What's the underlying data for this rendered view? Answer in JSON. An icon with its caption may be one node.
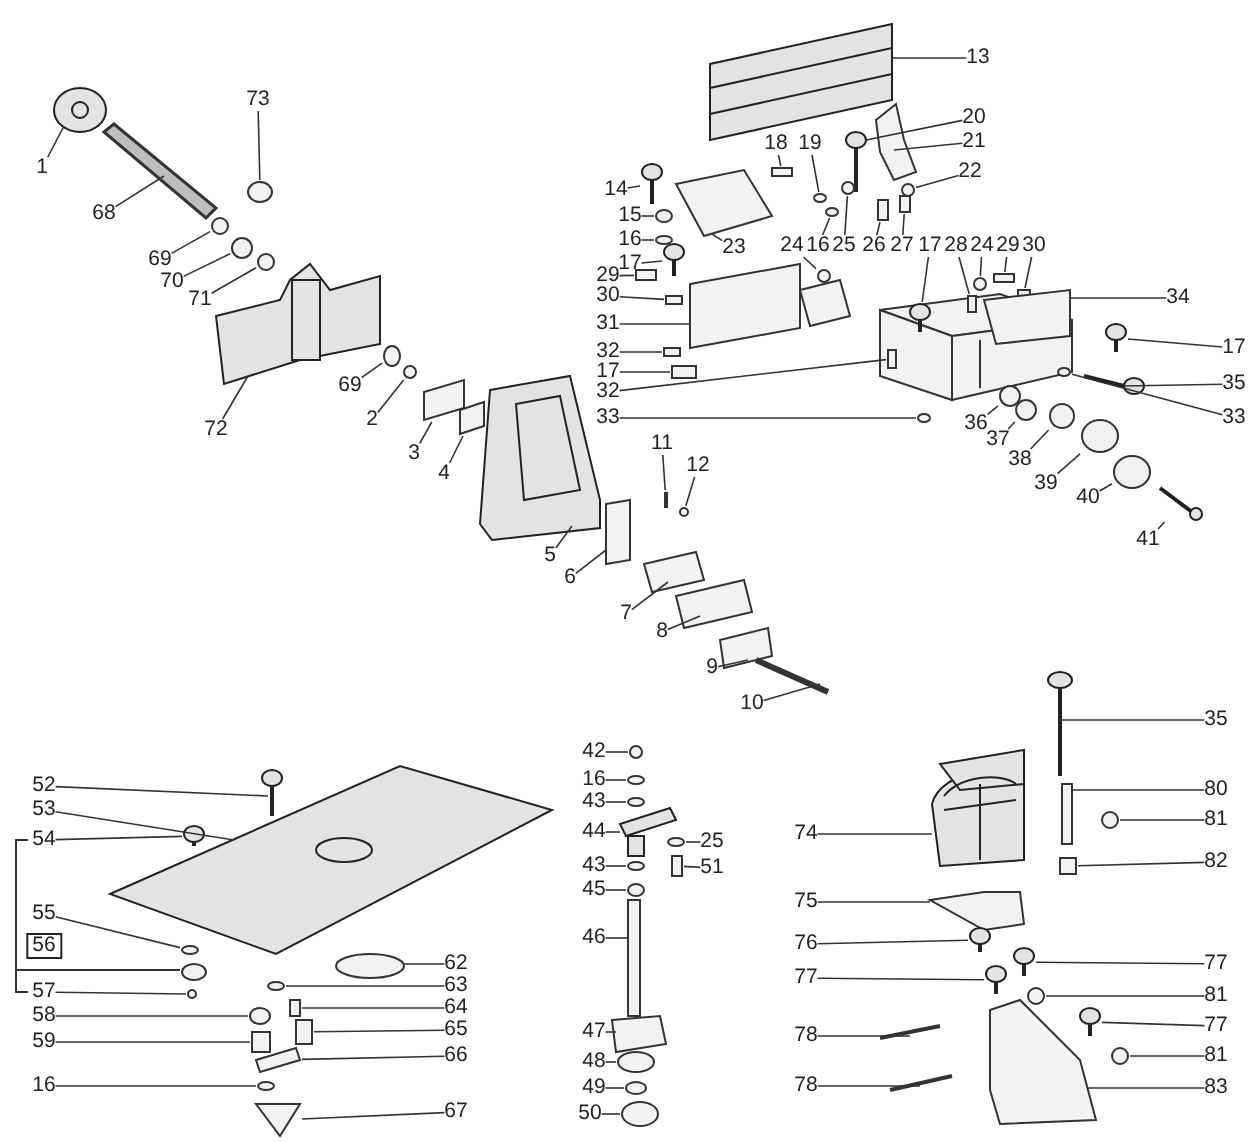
{
  "diagram": {
    "nodes": [
      {
        "text": [
          "1"
        ]
      },
      {
        "text": [
          "68"
        ]
      },
      {
        "text": [
          "73"
        ]
      },
      {
        "text": [
          "69"
        ]
      },
      {
        "text": [
          "70"
        ]
      },
      {
        "text": [
          "71"
        ]
      },
      {
        "text": [
          "72"
        ]
      },
      {
        "text": [
          "69"
        ]
      },
      {
        "text": [
          "2"
        ]
      },
      {
        "text": [
          "3"
        ]
      },
      {
        "text": [
          "4"
        ]
      },
      {
        "text": [
          "5"
        ]
      },
      {
        "text": [
          "6"
        ]
      },
      {
        "text": [
          "7"
        ]
      },
      {
        "text": [
          "8"
        ]
      },
      {
        "text": [
          "9"
        ]
      },
      {
        "text": [
          "10"
        ]
      },
      {
        "text": [
          "11"
        ]
      },
      {
        "text": [
          "12"
        ]
      },
      {
        "text": [
          "13"
        ]
      },
      {
        "text": [
          "14"
        ]
      },
      {
        "text": [
          "15"
        ]
      },
      {
        "text": [
          "16"
        ]
      },
      {
        "text": [
          "17"
        ]
      },
      {
        "text": [
          "18"
        ]
      },
      {
        "text": [
          "19"
        ]
      },
      {
        "text": [
          "20"
        ]
      },
      {
        "text": [
          "21"
        ]
      },
      {
        "text": [
          "22"
        ]
      },
      {
        "text": [
          "23"
        ]
      },
      {
        "text": [
          "24"
        ]
      },
      {
        "text": [
          "16"
        ]
      },
      {
        "text": [
          "25"
        ]
      },
      {
        "text": [
          "26"
        ]
      },
      {
        "text": [
          "27"
        ]
      },
      {
        "text": [
          "17"
        ]
      },
      {
        "text": [
          "28"
        ]
      },
      {
        "text": [
          "24"
        ]
      },
      {
        "text": [
          "29"
        ]
      },
      {
        "text": [
          "30"
        ]
      },
      {
        "text": [
          "34"
        ]
      },
      {
        "text": [
          "29"
        ]
      },
      {
        "text": [
          "30"
        ]
      },
      {
        "text": [
          "31"
        ]
      },
      {
        "text": [
          "32"
        ]
      },
      {
        "text": [
          "17"
        ]
      },
      {
        "text": [
          "32"
        ]
      },
      {
        "text": [
          "33"
        ]
      },
      {
        "text": [
          "17"
        ]
      },
      {
        "text": [
          "35"
        ]
      },
      {
        "text": [
          "33"
        ]
      },
      {
        "text": [
          "36"
        ]
      },
      {
        "text": [
          "37"
        ]
      },
      {
        "text": [
          "38"
        ]
      },
      {
        "text": [
          "39"
        ]
      },
      {
        "text": [
          "40"
        ]
      },
      {
        "text": [
          "41"
        ]
      },
      {
        "text": [
          "52"
        ]
      },
      {
        "text": [
          "53"
        ]
      },
      {
        "text": [
          "54"
        ]
      },
      {
        "text": [
          "55"
        ]
      },
      {
        "text": [
          "57"
        ]
      },
      {
        "text": [
          "58"
        ]
      },
      {
        "text": [
          "59"
        ]
      },
      {
        "text": [
          "16"
        ]
      },
      {
        "text": [
          "62"
        ]
      },
      {
        "text": [
          "63"
        ]
      },
      {
        "text": [
          "64"
        ]
      },
      {
        "text": [
          "65"
        ]
      },
      {
        "text": [
          "66"
        ]
      },
      {
        "text": [
          "67"
        ]
      },
      {
        "text": [
          "42"
        ]
      },
      {
        "text": [
          "16"
        ]
      },
      {
        "text": [
          "43"
        ]
      },
      {
        "text": [
          "44"
        ]
      },
      {
        "text": [
          "43"
        ]
      },
      {
        "text": [
          "45"
        ]
      },
      {
        "text": [
          "46"
        ]
      },
      {
        "text": [
          "47"
        ]
      },
      {
        "text": [
          "48"
        ]
      },
      {
        "text": [
          "49"
        ]
      },
      {
        "text": [
          "50"
        ]
      },
      {
        "text": [
          "25"
        ]
      },
      {
        "text": [
          "51"
        ]
      },
      {
        "text": [
          "74"
        ]
      },
      {
        "text": [
          "75"
        ]
      },
      {
        "text": [
          "76"
        ]
      },
      {
        "text": [
          "77"
        ]
      },
      {
        "text": [
          "78"
        ]
      },
      {
        "text": [
          "78"
        ]
      },
      {
        "text": [
          "35"
        ]
      },
      {
        "text": [
          "80"
        ]
      },
      {
        "text": [
          "81"
        ]
      },
      {
        "text": [
          "82"
        ]
      },
      {
        "text": [
          "77"
        ]
      },
      {
        "text": [
          "81"
        ]
      },
      {
        "text": [
          "77"
        ]
      },
      {
        "text": [
          "81"
        ]
      },
      {
        "text": [
          "83"
        ]
      },
      {
        "text": [],
        "shape": "picture"
      },
      {
        "text": [],
        "shape": "bar"
      },
      {
        "text": [],
        "shape": "circle"
      },
      {
        "text": [],
        "shape": "circle"
      },
      {
        "text": [],
        "shape": "circle"
      },
      {
        "text": [],
        "shape": "circle"
      },
      {
        "text": [],
        "shape": "picture"
      },
      {
        "text": [],
        "shape": "circle"
      },
      {
        "text": [],
        "shape": "circle"
      },
      {
        "text": [],
        "shape": "box"
      },
      {
        "text": [],
        "shape": "box"
      },
      {
        "text": [],
        "shape": "picture"
      },
      {
        "text": [],
        "shape": "box"
      },
      {
        "text": [],
        "shape": "box"
      },
      {
        "text": [],
        "shape": "box"
      },
      {
        "text": [],
        "shape": "box"
      },
      {
        "text": [],
        "shape": "bar"
      },
      {
        "text": [],
        "shape": "bar"
      },
      {
        "text": [],
        "shape": "circle"
      },
      {
        "text": [],
        "shape": "picture"
      },
      {
        "text": [],
        "shape": "picture"
      },
      {
        "text": [],
        "shape": "circle"
      },
      {
        "text": [],
        "shape": "circle"
      },
      {
        "text": [],
        "shape": "picture"
      },
      {
        "text": [],
        "shape": "box"
      },
      {
        "text": [],
        "shape": "circle"
      },
      {
        "text": [],
        "shape": "picture"
      },
      {
        "text": [],
        "shape": "box"
      },
      {
        "text": [],
        "shape": "circle"
      },
      {
        "text": [],
        "shape": "box"
      },
      {
        "text": [],
        "shape": "circle"
      },
      {
        "text": [],
        "shape": "circle"
      },
      {
        "text": [],
        "shape": "circle"
      },
      {
        "text": [],
        "shape": "box"
      },
      {
        "text": [],
        "shape": "box"
      },
      {
        "text": [],
        "shape": "picture"
      },
      {
        "text": [],
        "shape": "box"
      },
      {
        "text": [],
        "shape": "circle"
      },
      {
        "text": [],
        "shape": "box"
      },
      {
        "text": [],
        "shape": "box"
      },
      {
        "text": [],
        "shape": "box"
      },
      {
        "text": [],
        "shape": "box"
      },
      {
        "text": [],
        "shape": "box"
      },
      {
        "text": [],
        "shape": "box"
      },
      {
        "text": [],
        "shape": "box"
      },
      {
        "text": [],
        "shape": "box"
      },
      {
        "text": [],
        "shape": "box"
      },
      {
        "text": [],
        "shape": "circle"
      },
      {
        "text": [],
        "shape": "picture"
      },
      {
        "text": [],
        "shape": "picture"
      },
      {
        "text": [],
        "shape": "circle"
      },
      {
        "text": [],
        "shape": "circle"
      },
      {
        "text": [],
        "shape": "circle"
      },
      {
        "text": [],
        "shape": "circle"
      },
      {
        "text": [],
        "shape": "circle"
      },
      {
        "text": [],
        "shape": "circle"
      },
      {
        "text": [],
        "shape": "picture"
      },
      {
        "text": [],
        "shape": "picture"
      },
      {
        "text": [],
        "shape": "picture"
      },
      {
        "text": [],
        "shape": "picture"
      },
      {
        "text": [],
        "shape": "circle"
      },
      {
        "text": [],
        "shape": "circle"
      },
      {
        "text": [],
        "shape": "circle"
      },
      {
        "text": [],
        "shape": "box"
      },
      {
        "text": [],
        "shape": "circle"
      },
      {
        "text": [],
        "shape": "circle"
      },
      {
        "text": [],
        "shape": "circle"
      },
      {
        "text": [],
        "shape": "box"
      },
      {
        "text": [],
        "shape": "box"
      },
      {
        "text": [],
        "shape": "box"
      },
      {
        "text": [],
        "shape": "box"
      },
      {
        "text": [],
        "shape": "circle"
      },
      {
        "text": [],
        "shape": "circle"
      },
      {
        "text": [],
        "shape": "circle"
      },
      {
        "text": [],
        "shape": "picture"
      },
      {
        "text": [],
        "shape": "circle"
      },
      {
        "text": [],
        "shape": "circle"
      },
      {
        "text": [],
        "shape": "box"
      },
      {
        "text": [],
        "shape": "box"
      },
      {
        "text": [],
        "shape": "circle"
      },
      {
        "text": [],
        "shape": "circle"
      },
      {
        "text": [],
        "shape": "circle"
      },
      {
        "text": [],
        "shape": "circle"
      },
      {
        "text": [],
        "shape": "box"
      },
      {
        "text": [],
        "shape": "picture"
      },
      {
        "text": [],
        "shape": "box"
      },
      {
        "text": [],
        "shape": "picture"
      },
      {
        "text": [],
        "shape": "picture"
      },
      {
        "text": [],
        "shape": "bar"
      },
      {
        "text": [],
        "shape": "bar"
      },
      {
        "text": [],
        "shape": "picture"
      },
      {
        "text": [],
        "shape": "box"
      },
      {
        "text": [],
        "shape": "circle"
      },
      {
        "text": [],
        "shape": "box"
      },
      {
        "text": [],
        "shape": "picture"
      },
      {
        "text": [],
        "shape": "circle"
      },
      {
        "text": [],
        "shape": "picture"
      },
      {
        "text": [],
        "shape": "circle"
      },
      {
        "text": [],
        "shape": "box"
      }
    ],
    "edges": [
      {
        "from": 0,
        "to": 99,
        "arrow": "none"
      },
      {
        "from": 1,
        "to": 100,
        "arrow": "none"
      },
      {
        "from": 2,
        "to": 101,
        "arrow": "none"
      },
      {
        "from": 3,
        "to": 102,
        "arrow": "none"
      },
      {
        "from": 4,
        "to": 103,
        "arrow": "none"
      },
      {
        "from": 5,
        "to": 104,
        "arrow": "none"
      },
      {
        "from": 6,
        "to": 105,
        "arrow": "none"
      },
      {
        "from": 7,
        "to": 106,
        "arrow": "none"
      },
      {
        "from": 8,
        "to": 107,
        "arrow": "none"
      },
      {
        "from": 9,
        "to": 108,
        "arrow": "none"
      },
      {
        "from": 10,
        "to": 109,
        "arrow": "none"
      },
      {
        "from": 11,
        "to": 110,
        "arrow": "none"
      },
      {
        "from": 12,
        "to": 111,
        "arrow": "none"
      },
      {
        "from": 13,
        "to": 112,
        "arrow": "none"
      },
      {
        "from": 14,
        "to": 113,
        "arrow": "none"
      },
      {
        "from": 15,
        "to": 114,
        "arrow": "none"
      },
      {
        "from": 16,
        "to": 115,
        "arrow": "none"
      },
      {
        "from": 17,
        "to": 116,
        "arrow": "none"
      },
      {
        "from": 18,
        "to": 117,
        "arrow": "none"
      },
      {
        "from": 19,
        "to": 118,
        "arrow": "none"
      },
      {
        "from": 20,
        "to": 119,
        "arrow": "none"
      },
      {
        "from": 21,
        "to": 120,
        "arrow": "none"
      },
      {
        "from": 22,
        "to": 121,
        "arrow": "none"
      },
      {
        "from": 23,
        "to": 122,
        "arrow": "none"
      },
      {
        "from": 24,
        "to": 123,
        "arrow": "none"
      },
      {
        "from": 25,
        "to": 124,
        "arrow": "none"
      },
      {
        "from": 26,
        "to": 125,
        "arrow": "none"
      },
      {
        "from": 27,
        "to": 126,
        "arrow": "none"
      },
      {
        "from": 28,
        "to": 127,
        "arrow": "none"
      },
      {
        "from": 29,
        "to": 128,
        "arrow": "none"
      },
      {
        "from": 30,
        "to": 129,
        "arrow": "none"
      },
      {
        "from": 31,
        "to": 130,
        "arrow": "none"
      },
      {
        "from": 32,
        "to": 131,
        "arrow": "none"
      },
      {
        "from": 33,
        "to": 132,
        "arrow": "none"
      },
      {
        "from": 34,
        "to": 133,
        "arrow": "none"
      },
      {
        "from": 35,
        "to": 134,
        "arrow": "none"
      },
      {
        "from": 36,
        "to": 135,
        "arrow": "none"
      },
      {
        "from": 37,
        "to": 136,
        "arrow": "none"
      },
      {
        "from": 38,
        "to": 137,
        "arrow": "none"
      },
      {
        "from": 39,
        "to": 138,
        "arrow": "none"
      },
      {
        "from": 40,
        "to": 139,
        "arrow": "none"
      },
      {
        "from": 41,
        "to": 140,
        "arrow": "none"
      },
      {
        "from": 42,
        "to": 141,
        "arrow": "none"
      },
      {
        "from": 43,
        "to": 142,
        "arrow": "none"
      },
      {
        "from": 44,
        "to": 143,
        "arrow": "none"
      },
      {
        "from": 45,
        "to": 144,
        "arrow": "none"
      },
      {
        "from": 46,
        "to": 145,
        "arrow": "none"
      },
      {
        "from": 47,
        "to": 146,
        "arrow": "none"
      },
      {
        "from": 48,
        "to": 147,
        "arrow": "none"
      },
      {
        "from": 49,
        "to": 148,
        "arrow": "none"
      },
      {
        "from": 50,
        "to": 149,
        "arrow": "none"
      },
      {
        "from": 51,
        "to": 150,
        "arrow": "none"
      },
      {
        "from": 52,
        "to": 151,
        "arrow": "none"
      },
      {
        "from": 53,
        "to": 152,
        "arrow": "none"
      },
      {
        "from": 54,
        "to": 153,
        "arrow": "none"
      },
      {
        "from": 55,
        "to": 154,
        "arrow": "none"
      },
      {
        "from": 56,
        "to": 155,
        "arrow": "none"
      },
      {
        "from": 57,
        "to": 156,
        "arrow": "none"
      },
      {
        "from": 58,
        "to": 157,
        "arrow": "none"
      },
      {
        "from": 59,
        "to": 158,
        "arrow": "none"
      },
      {
        "from": 60,
        "to": 159,
        "arrow": "none"
      },
      {
        "from": 61,
        "to": 160,
        "arrow": "none"
      },
      {
        "from": 62,
        "to": 161,
        "arrow": "none"
      },
      {
        "from": 63,
        "to": 162,
        "arrow": "none"
      },
      {
        "from": 64,
        "to": 163,
        "arrow": "none"
      },
      {
        "from": 65,
        "to": 164,
        "arrow": "none"
      },
      {
        "from": 66,
        "to": 165,
        "arrow": "none"
      },
      {
        "from": 67,
        "to": 166,
        "arrow": "none"
      },
      {
        "from": 68,
        "to": 167,
        "arrow": "none"
      },
      {
        "from": 69,
        "to": 168,
        "arrow": "none"
      },
      {
        "from": 70,
        "to": 169,
        "arrow": "none"
      },
      {
        "from": 71,
        "to": 170,
        "arrow": "none"
      },
      {
        "from": 72,
        "to": 171,
        "arrow": "none"
      },
      {
        "from": 73,
        "to": 172,
        "arrow": "none"
      },
      {
        "from": 74,
        "to": 173,
        "arrow": "none"
      },
      {
        "from": 75,
        "to": 174,
        "arrow": "none"
      },
      {
        "from": 76,
        "to": 175,
        "arrow": "none"
      },
      {
        "from": 77,
        "to": 176,
        "arrow": "none"
      },
      {
        "from": 78,
        "to": 177,
        "arrow": "none"
      },
      {
        "from": 79,
        "to": 178,
        "arrow": "none"
      },
      {
        "from": 80,
        "to": 179,
        "arrow": "none"
      },
      {
        "from": 81,
        "to": 180,
        "arrow": "none"
      },
      {
        "from": 82,
        "to": 181,
        "arrow": "none"
      },
      {
        "from": 83,
        "to": 182,
        "arrow": "none"
      },
      {
        "from": 84,
        "to": 183,
        "arrow": "none"
      },
      {
        "from": 85,
        "to": 184,
        "arrow": "none"
      },
      {
        "from": 86,
        "to": 185,
        "arrow": "none"
      },
      {
        "from": 87,
        "to": 186,
        "arrow": "none"
      },
      {
        "from": 88,
        "to": 187,
        "arrow": "none"
      },
      {
        "from": 89,
        "to": 188,
        "arrow": "none"
      },
      {
        "from": 90,
        "to": 189,
        "arrow": "none"
      },
      {
        "from": 91,
        "to": 190,
        "arrow": "none"
      },
      {
        "from": 92,
        "to": 191,
        "arrow": "none"
      },
      {
        "from": 93,
        "to": 192,
        "arrow": "none"
      },
      {
        "from": 94,
        "to": 193,
        "arrow": "none"
      },
      {
        "from": 95,
        "to": 194,
        "arrow": "none"
      },
      {
        "from": 96,
        "to": 195,
        "arrow": "none"
      },
      {
        "from": 97,
        "to": 196,
        "arrow": "none"
      },
      {
        "from": 98,
        "to": 197,
        "arrow": "none"
      }
    ],
    "labels": [
      "56"
    ]
  }
}
